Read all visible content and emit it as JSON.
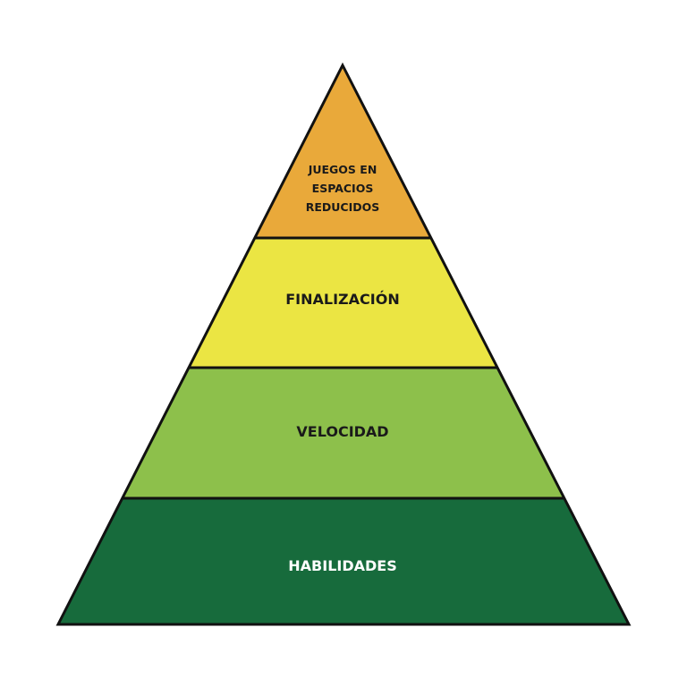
{
  "pyramid": {
    "levels": [
      {
        "lines": [
          "JUEGOS EN",
          "ESPACIOS",
          "REDUCIDOS"
        ],
        "color": "#e9a93a"
      },
      {
        "lines": [
          "FINALIZACIÓN"
        ],
        "color": "#ebe543"
      },
      {
        "lines": [
          "VELOCIDAD"
        ],
        "color": "#8dc04b"
      },
      {
        "lines": [
          "HABILIDADES"
        ],
        "color": "#176b3c"
      }
    ]
  }
}
